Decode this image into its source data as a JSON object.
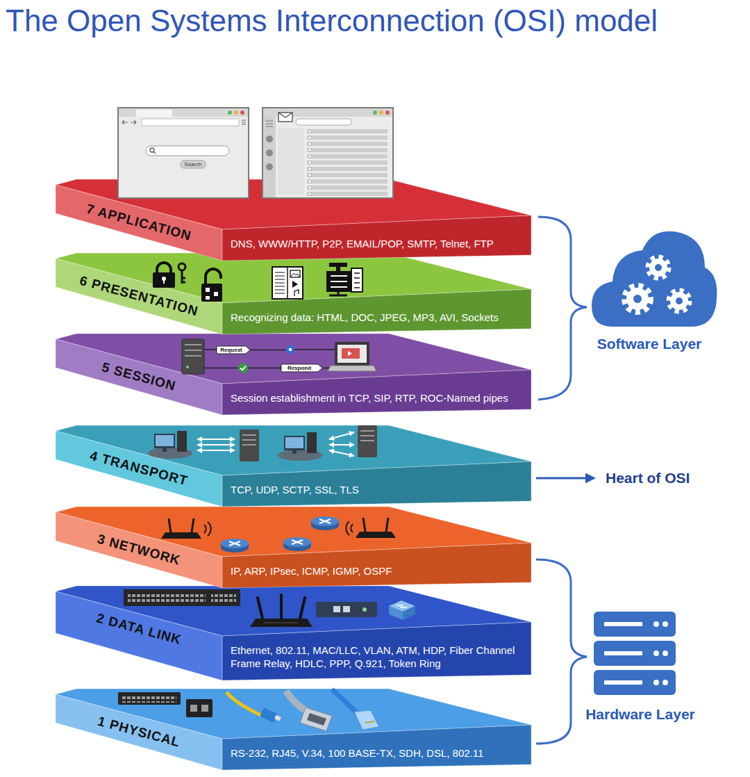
{
  "diagram": {
    "title": "The Open Systems Interconnection (OSI) model",
    "nodes": [
      {
        "text": [
          "7 APPLICATION",
          "DNS, WWW/HTTP, P2P, EMAIL/POP, SMTP, Telnet, FTP"
        ]
      },
      {
        "text": [
          "6 PRESENTATION",
          "Recognizing data: HTML, DOC, JPEG, MP3, AVI, Sockets"
        ]
      },
      {
        "text": [
          "5 SESSION",
          "Session establishment in TCP, SIP, RTP, ROC-Named pipes"
        ]
      },
      {
        "text": [
          "4 TRANSPORT",
          "TCP, UDP, SCTP, SSL, TLS"
        ]
      },
      {
        "text": [
          "3 NETWORK",
          "IP, ARP, IPsec, ICMP, IGMP, OSPF"
        ]
      },
      {
        "text": [
          "2 DATA LINK",
          "Ethernet, 802.11, MAC/LLC, VLAN, ATM, HDP, Fiber Channel Frame Relay, HDLC, PPP, Q.921, Token Ring"
        ]
      },
      {
        "text": [
          "1 PHYSICAL",
          "RS-232, RJ45, V.34, 100 BASE-TX, SDH, DSL, 802.11"
        ]
      }
    ],
    "labels": [
      "Search",
      "Request",
      "Respond",
      "Software Layer",
      "Heart of OSI",
      "Hardware Layer"
    ]
  }
}
